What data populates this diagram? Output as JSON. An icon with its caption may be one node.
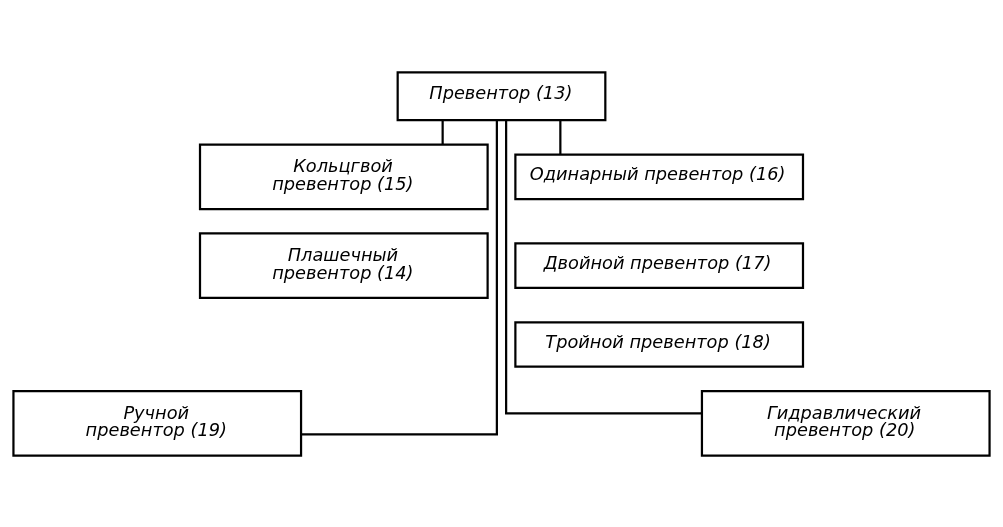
{
  "diagram": {
    "nodes": [
      {
        "text": [
          "Превентор (13)"
        ]
      },
      {
        "text": [
          "Кольцгвой превентор (15)"
        ]
      },
      {
        "text": [
          "Плашечный превентор (14)"
        ]
      },
      {
        "text": [
          "Одинарный превентор (16)"
        ]
      },
      {
        "text": [
          "Двойной превентор (17)"
        ]
      },
      {
        "text": [
          "Тройной превентор (18)"
        ]
      },
      {
        "text": [
          "Ручной превентор (19)"
        ]
      },
      {
        "text": [
          "Гидравлический превентор (20)"
        ]
      }
    ],
    "edges": [
      {
        "from": 0,
        "to": 1,
        "arrow": "none"
      },
      {
        "from": 0,
        "to": 6,
        "arrow": "none"
      },
      {
        "from": 0,
        "to": 7,
        "arrow": "none"
      },
      {
        "from": 0,
        "to": 3,
        "arrow": "none"
      }
    ]
  }
}
